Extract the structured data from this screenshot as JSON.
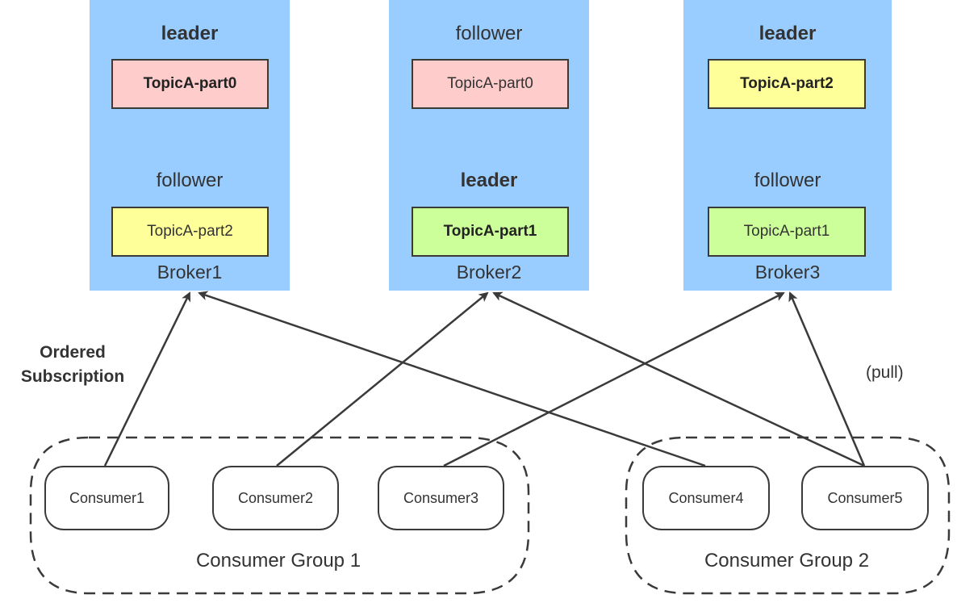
{
  "brokers": [
    {
      "name": "Broker1",
      "slots": [
        {
          "role": "leader",
          "partition": "TopicA-part0",
          "color": "#ffcccc",
          "is_leader": true
        },
        {
          "role": "follower",
          "partition": "TopicA-part2",
          "color": "#ffff99",
          "is_leader": false
        }
      ]
    },
    {
      "name": "Broker2",
      "slots": [
        {
          "role": "follower",
          "partition": "TopicA-part0",
          "color": "#ffcccc",
          "is_leader": false
        },
        {
          "role": "leader",
          "partition": "TopicA-part1",
          "color": "#ccff99",
          "is_leader": true
        }
      ]
    },
    {
      "name": "Broker3",
      "slots": [
        {
          "role": "leader",
          "partition": "TopicA-part2",
          "color": "#ffff99",
          "is_leader": true
        },
        {
          "role": "follower",
          "partition": "TopicA-part1",
          "color": "#ccff99",
          "is_leader": false
        }
      ]
    }
  ],
  "consumers": [
    "Consumer1",
    "Consumer2",
    "Consumer3",
    "Consumer4",
    "Consumer5"
  ],
  "groups": [
    {
      "label": "Consumer Group 1",
      "members": [
        "Consumer1",
        "Consumer2",
        "Consumer3"
      ]
    },
    {
      "label": "Consumer Group 2",
      "members": [
        "Consumer4",
        "Consumer5"
      ]
    }
  ],
  "connections": [
    {
      "from": "Consumer1",
      "to": "Broker1"
    },
    {
      "from": "Consumer2",
      "to": "Broker2"
    },
    {
      "from": "Consumer3",
      "to": "Broker3"
    },
    {
      "from": "Consumer4",
      "to": "Broker1"
    },
    {
      "from": "Consumer5",
      "to": "Broker2"
    },
    {
      "from": "Consumer5",
      "to": "Broker3"
    }
  ],
  "annotations": {
    "ordered_line1": "Ordered",
    "ordered_line2": "Subscription",
    "pull": "(pull)"
  },
  "colors": {
    "broker_bg": "#99ccff",
    "line": "#3a3a3a"
  }
}
